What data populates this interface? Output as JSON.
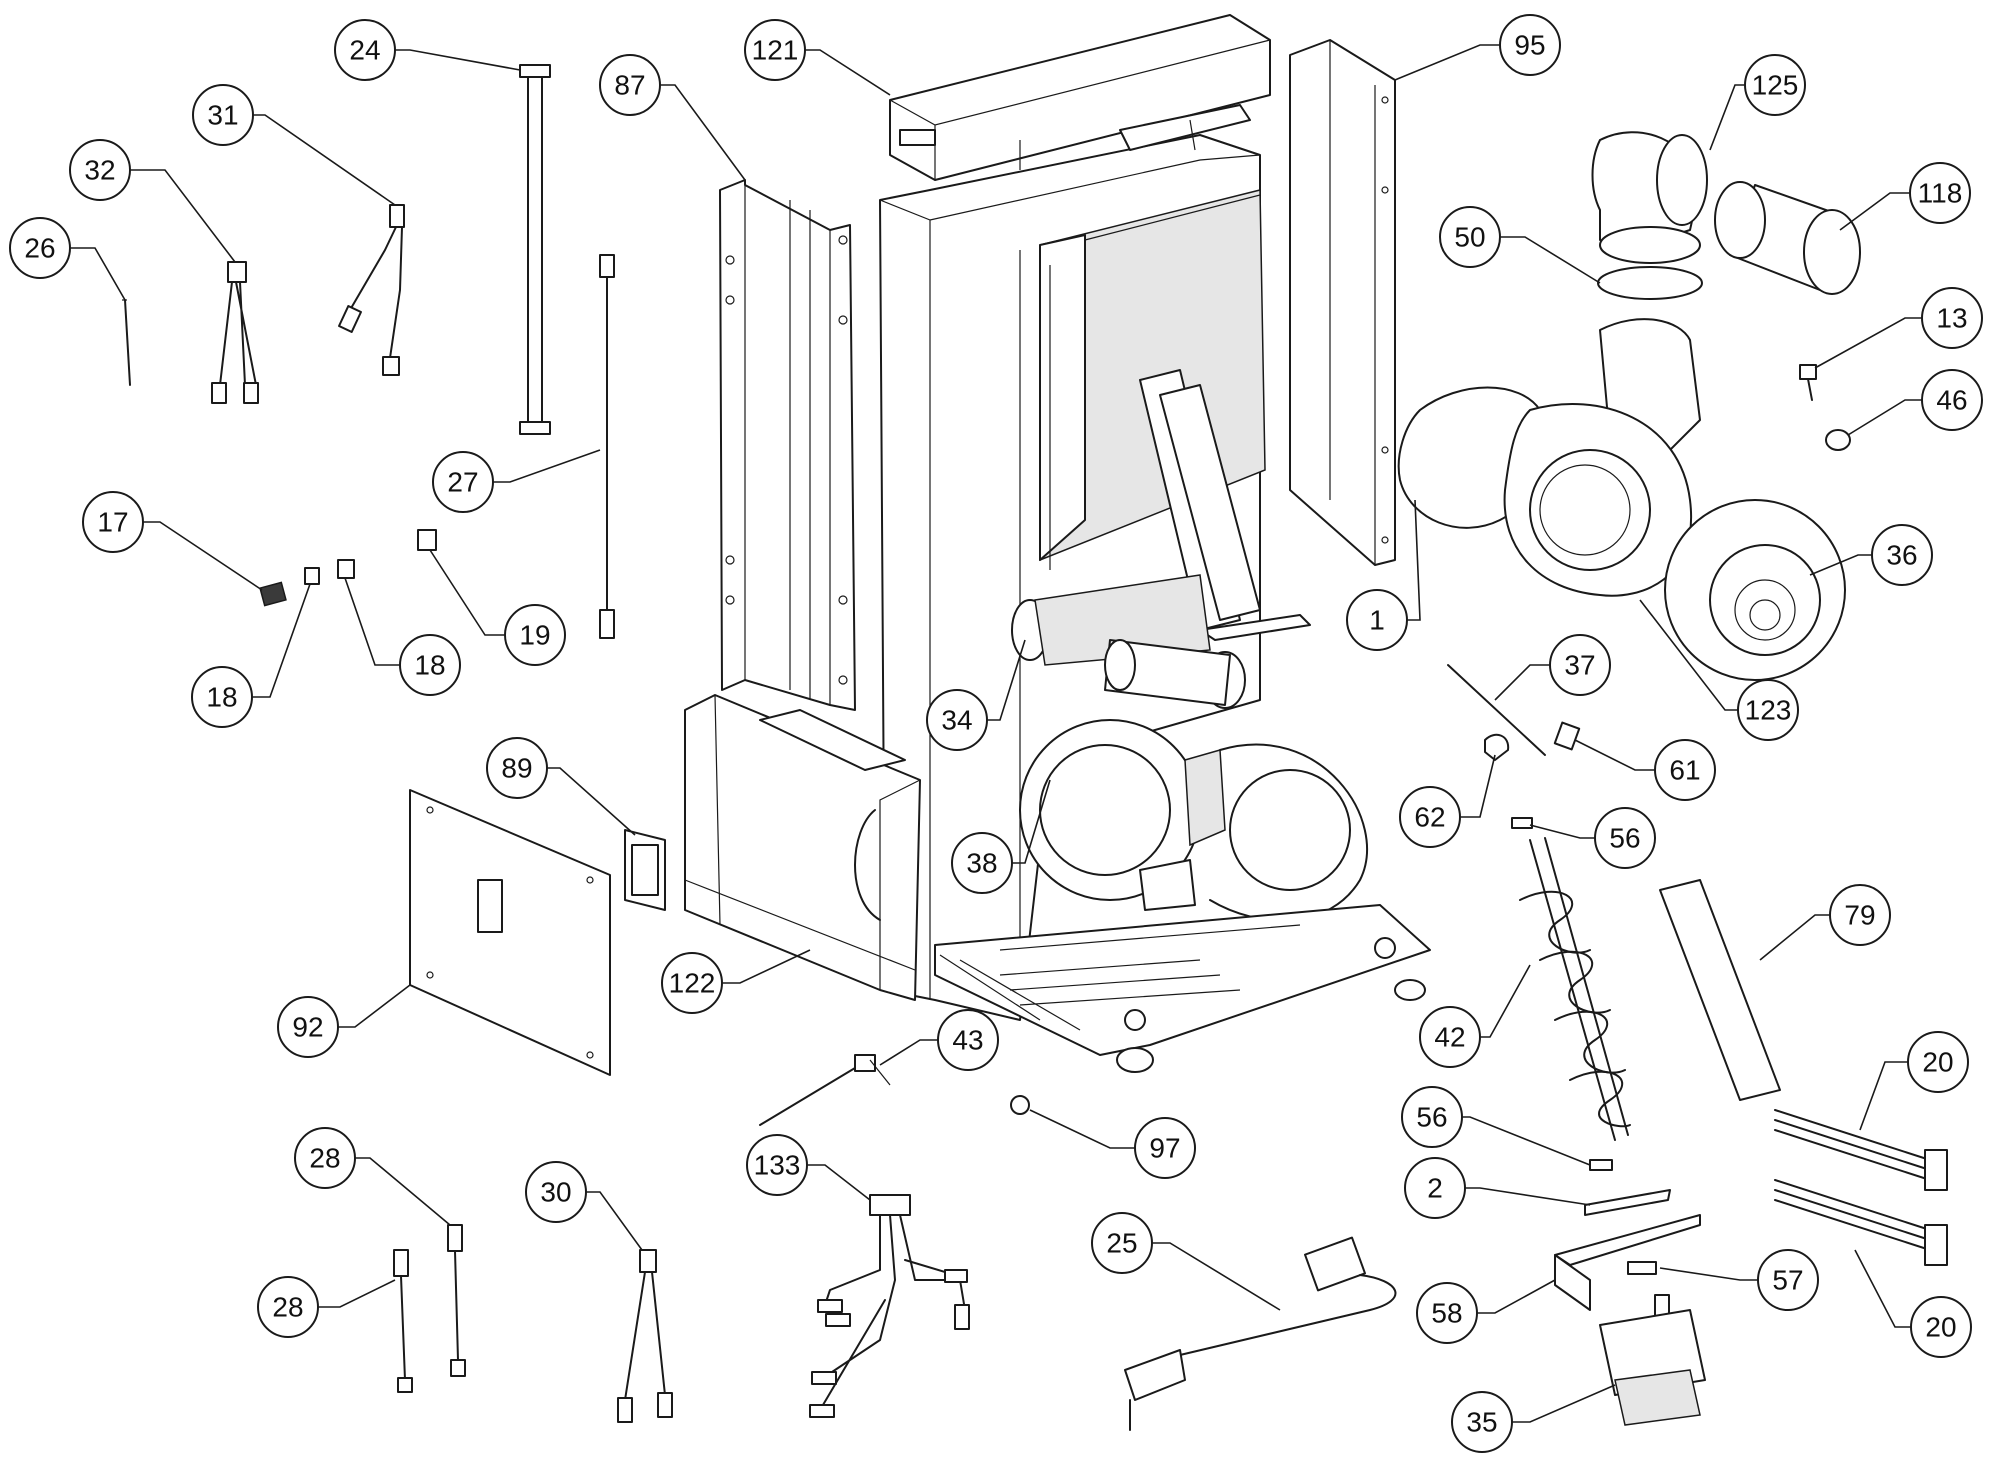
{
  "colors": {
    "line": "#1a1a1a",
    "background": "#ffffff",
    "shade": "#e6e6e6"
  },
  "callouts": [
    {
      "id": "c24",
      "label": "24"
    },
    {
      "id": "c31",
      "label": "31"
    },
    {
      "id": "c32",
      "label": "32"
    },
    {
      "id": "c26",
      "label": "26"
    },
    {
      "id": "c87",
      "label": "87"
    },
    {
      "id": "c121",
      "label": "121"
    },
    {
      "id": "c95",
      "label": "95"
    },
    {
      "id": "c125",
      "label": "125"
    },
    {
      "id": "c118",
      "label": "118"
    },
    {
      "id": "c50",
      "label": "50"
    },
    {
      "id": "c13",
      "label": "13"
    },
    {
      "id": "c46",
      "label": "46"
    },
    {
      "id": "c36",
      "label": "36"
    },
    {
      "id": "c1",
      "label": "1"
    },
    {
      "id": "c27",
      "label": "27"
    },
    {
      "id": "c17",
      "label": "17"
    },
    {
      "id": "c19",
      "label": "19"
    },
    {
      "id": "c18a",
      "label": "18"
    },
    {
      "id": "c18b",
      "label": "18"
    },
    {
      "id": "c37",
      "label": "37"
    },
    {
      "id": "c123",
      "label": "123"
    },
    {
      "id": "c34",
      "label": "34"
    },
    {
      "id": "c61",
      "label": "61"
    },
    {
      "id": "c89",
      "label": "89"
    },
    {
      "id": "c62",
      "label": "62"
    },
    {
      "id": "c56a",
      "label": "56"
    },
    {
      "id": "c38",
      "label": "38"
    },
    {
      "id": "c79",
      "label": "79"
    },
    {
      "id": "c122",
      "label": "122"
    },
    {
      "id": "c92",
      "label": "92"
    },
    {
      "id": "c42",
      "label": "42"
    },
    {
      "id": "c43",
      "label": "43"
    },
    {
      "id": "c20a",
      "label": "20"
    },
    {
      "id": "c56b",
      "label": "56"
    },
    {
      "id": "c97",
      "label": "97"
    },
    {
      "id": "c28a",
      "label": "28"
    },
    {
      "id": "c30",
      "label": "30"
    },
    {
      "id": "c133",
      "label": "133"
    },
    {
      "id": "c2",
      "label": "2"
    },
    {
      "id": "c25",
      "label": "25"
    },
    {
      "id": "c57",
      "label": "57"
    },
    {
      "id": "c28b",
      "label": "28"
    },
    {
      "id": "c58",
      "label": "58"
    },
    {
      "id": "c20b",
      "label": "20"
    },
    {
      "id": "c35",
      "label": "35"
    }
  ]
}
